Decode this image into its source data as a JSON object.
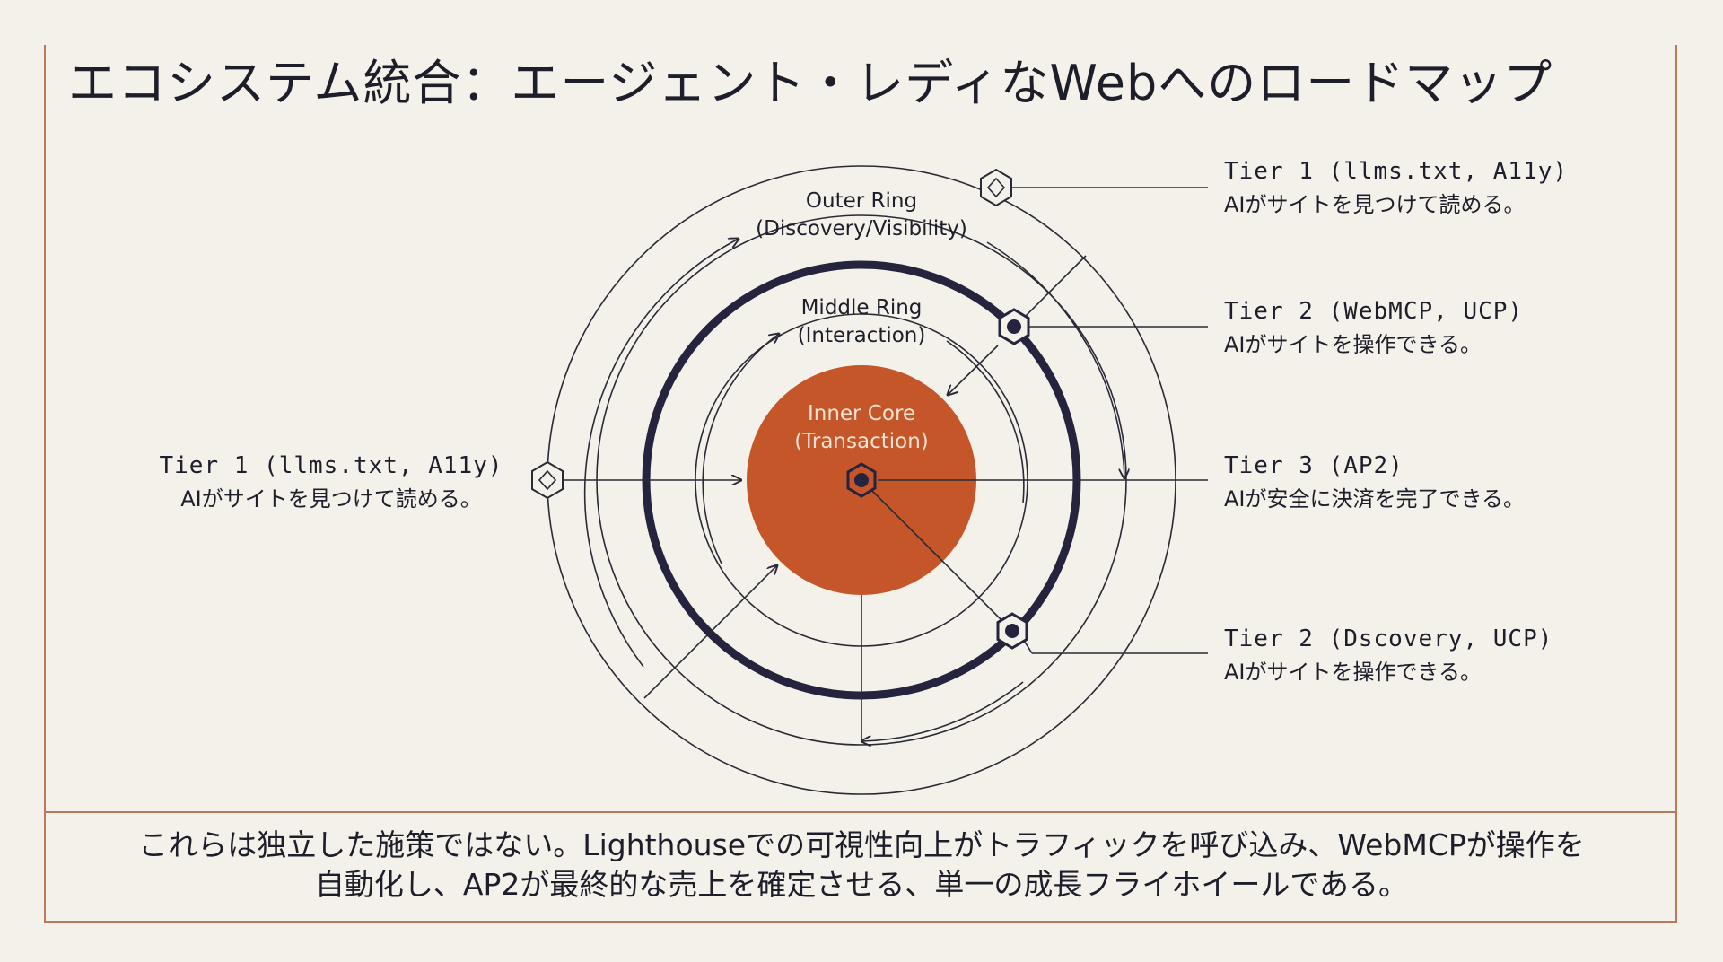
{
  "title": "エコシステム統合：エージェント・レディなWebへのロードマップ",
  "rings": {
    "outer": {
      "line1": "Outer Ring",
      "line2": "(Discovery/Visibility)"
    },
    "middle": {
      "line1": "Middle Ring",
      "line2": "(Interaction)"
    },
    "core": {
      "line1": "Inner Core",
      "line2": "(Transaction)"
    }
  },
  "tiers": {
    "right_1": {
      "title": "Tier 1 (llms.txt, A11y)",
      "desc": "AIがサイトを見つけて読める。"
    },
    "right_2": {
      "title": "Tier 2 (WebMCP, UCP)",
      "desc": "AIがサイトを操作できる。"
    },
    "right_3": {
      "title": "Tier 3 (AP2)",
      "desc": "AIが安全に決済を完了できる。"
    },
    "right_4": {
      "title": "Tier 2 (Dscovery, UCP)",
      "desc": "AIがサイトを操作できる。"
    },
    "left_1": {
      "title": "Tier 1 (llms.txt, A11y)",
      "desc": "AIがサイトを見つけて読める。"
    }
  },
  "footer": {
    "line1": "これらは独立した施策ではない。Lighthouseでの可視性向上がトラフィックを呼び込み、WebMCPが操作を",
    "line2": "自動化し、AP2が最終的な売上を確定させる、単一の成長フライホイールである。"
  },
  "colors": {
    "background": "#f4f1ea",
    "core": "#c4562a",
    "ring_dark": "#25233d",
    "frame": "#b87a5a",
    "ink": "#1e1e2a"
  },
  "icons": [
    "hexagon-node-icon",
    "arrow-icon"
  ]
}
